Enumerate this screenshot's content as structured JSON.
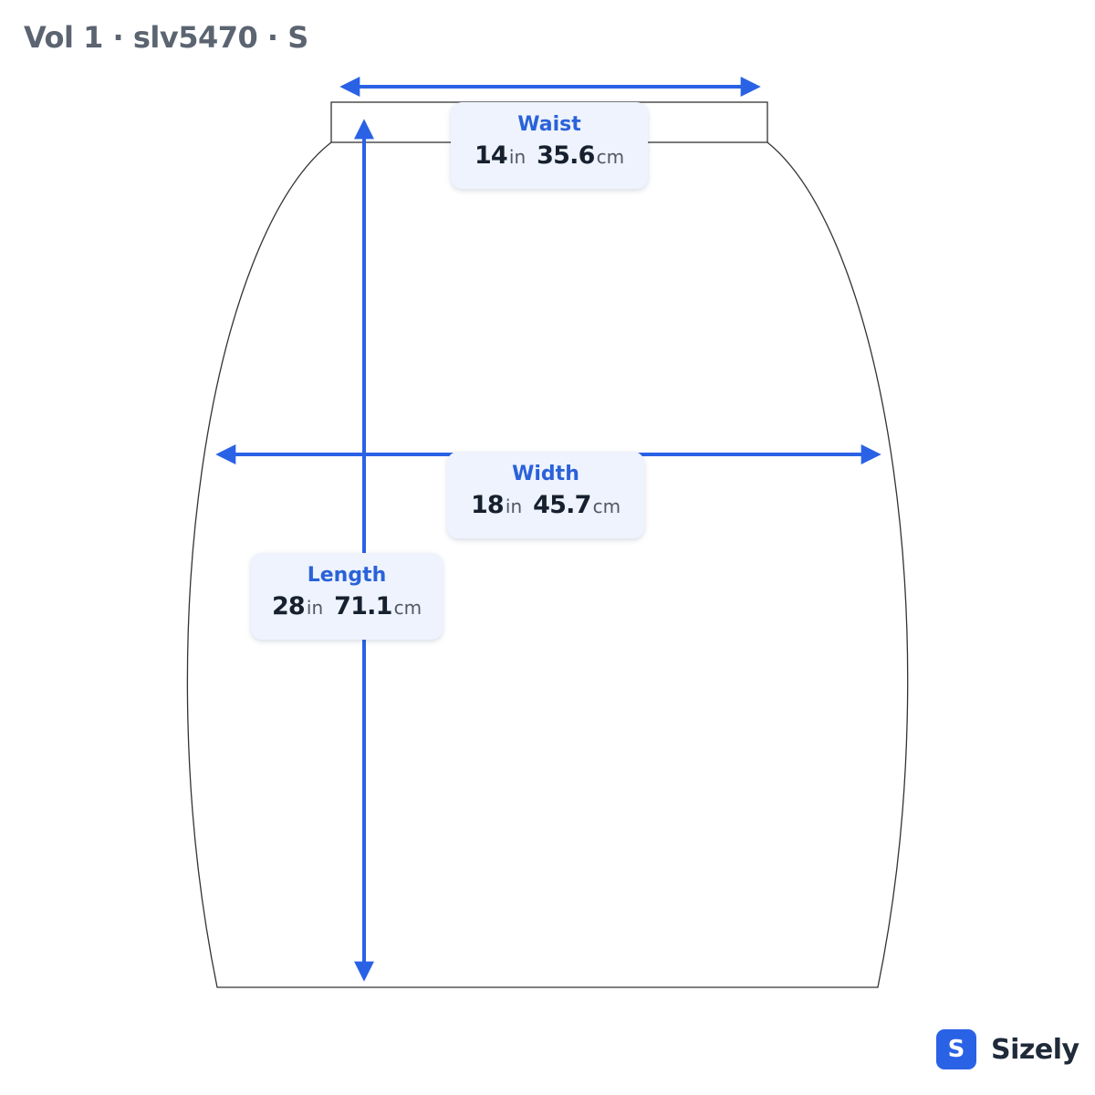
{
  "header": {
    "title": "Vol 1 · slv5470 · S"
  },
  "colors": {
    "accent": "#2a62e6",
    "outline": "#333333",
    "card_bg": "#eef3fd"
  },
  "measurements": {
    "waist": {
      "label": "Waist",
      "inches": "14",
      "inch_unit": "in",
      "cm": "35.6",
      "cm_unit": "cm"
    },
    "width": {
      "label": "Width",
      "inches": "18",
      "inch_unit": "in",
      "cm": "45.7",
      "cm_unit": "cm"
    },
    "length": {
      "label": "Length",
      "inches": "28",
      "inch_unit": "in",
      "cm": "71.1",
      "cm_unit": "cm"
    }
  },
  "brand": {
    "mark": "S",
    "name": "Sizely"
  }
}
